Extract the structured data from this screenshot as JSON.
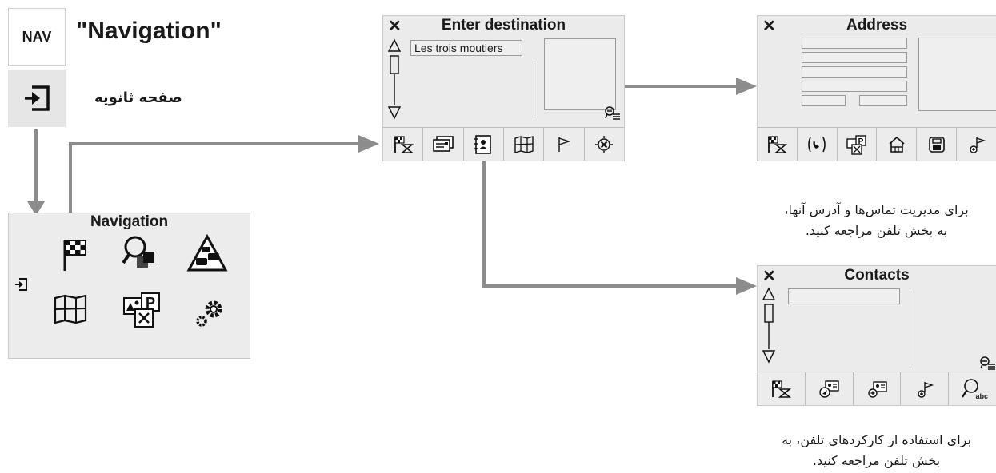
{
  "nav_button": {
    "label": "NAV"
  },
  "header": {
    "title": "\"Navigation\""
  },
  "secondary": {
    "label": "صفحه ثانویه",
    "icon": "enter-icon"
  },
  "nav_menu": {
    "title": "Navigation",
    "icons": [
      "checkered-flag-icon",
      "search-poi-icon",
      "traffic-warning-icon",
      "map-icon",
      "poi-parking-icon",
      "settings-gears-icon",
      "enter-icon"
    ]
  },
  "enter_destination": {
    "title": "Enter destination",
    "close": "✕",
    "input_value": "Les trois moutiers",
    "toolbar": [
      "finish-flag-hourglass-icon",
      "address-card-icon",
      "contacts-icon",
      "map-icon",
      "flag-icon",
      "position-target-icon"
    ]
  },
  "address": {
    "title": "Address",
    "close": "✕",
    "toolbar": [
      "finish-flag-hourglass-icon",
      "phone-call-icon",
      "poi-icon",
      "home-icon",
      "save-icon",
      "add-waypoint-icon"
    ],
    "caption_line1": "برای مدیریت تماس‌ها و آدرس آنها،",
    "caption_line2": "به بخش تلفن مراجعه کنید."
  },
  "contacts": {
    "title": "Contacts",
    "close": "✕",
    "toolbar": [
      "finish-flag-hourglass-icon",
      "navigate-contact-icon",
      "add-contact-icon",
      "add-waypoint-icon",
      "search-abc-icon"
    ],
    "search_tag": "abc",
    "caption_line1": "برای استفاده از کارکردهای تلفن، به",
    "caption_line2": "بخش تلفن مراجعه کنید."
  },
  "colors": {
    "arrow": "#8c8c8c",
    "panel_bg": "#ebebeb",
    "border": "#c9c9c9"
  }
}
